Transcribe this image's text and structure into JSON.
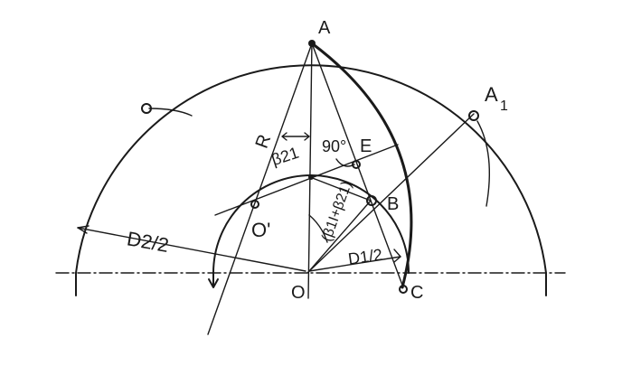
{
  "labels": {
    "A": "A",
    "A1": "A",
    "A1_sub": "1",
    "R": "R",
    "E": "E",
    "angle90": "90°",
    "B": "B",
    "O_prime": "O'",
    "O": "O",
    "C": "C",
    "D2_half": "D2/2",
    "D1_half": "D1/2",
    "beta21": "β21",
    "beta_sum": "(β1I+β21)"
  },
  "colors": {
    "ink": "#1a1a1a",
    "paper": "#ffffff"
  }
}
